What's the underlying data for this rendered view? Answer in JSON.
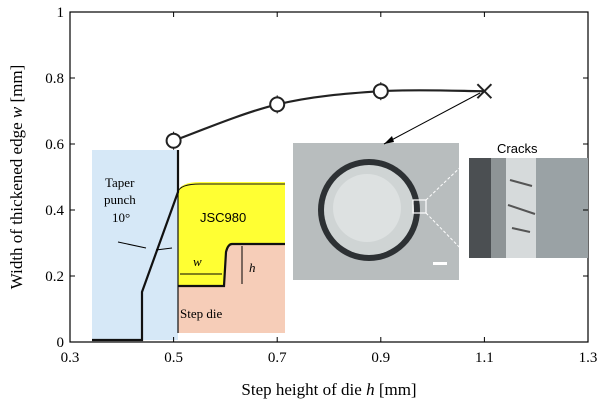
{
  "chart_data": {
    "type": "line",
    "xlabel": "Step height of die",
    "xlabel_var": "h",
    "xlabel_unit": "[mm]",
    "ylabel": "Width of thickened edge",
    "ylabel_var": "w",
    "ylabel_unit": "[mm]",
    "xlim": [
      0.3,
      1.3
    ],
    "ylim": [
      0,
      1
    ],
    "xticks": [
      "0.3",
      "0.5",
      "0.7",
      "0.9",
      "1.1",
      "1.3"
    ],
    "yticks": [
      "0",
      "0.2",
      "0.4",
      "0.6",
      "0.8",
      "1"
    ],
    "x": [
      0.5,
      0.7,
      0.9,
      1.1
    ],
    "y": [
      0.61,
      0.72,
      0.76,
      0.76
    ],
    "markers": [
      "circle",
      "circle",
      "circle",
      "cross"
    ],
    "grid": false
  },
  "annotations": {
    "taper_line1": "Taper",
    "taper_line2": "punch",
    "taper_angle": "10°",
    "material": "JSC980",
    "w_label": "w",
    "h_label": "h",
    "step_die": "Step die",
    "cracks": "Cracks"
  },
  "colors": {
    "punch_fill": "#d6e8f7",
    "material_fill": "#ffff33",
    "die_fill": "#f6cdb8",
    "line": "#222222"
  }
}
